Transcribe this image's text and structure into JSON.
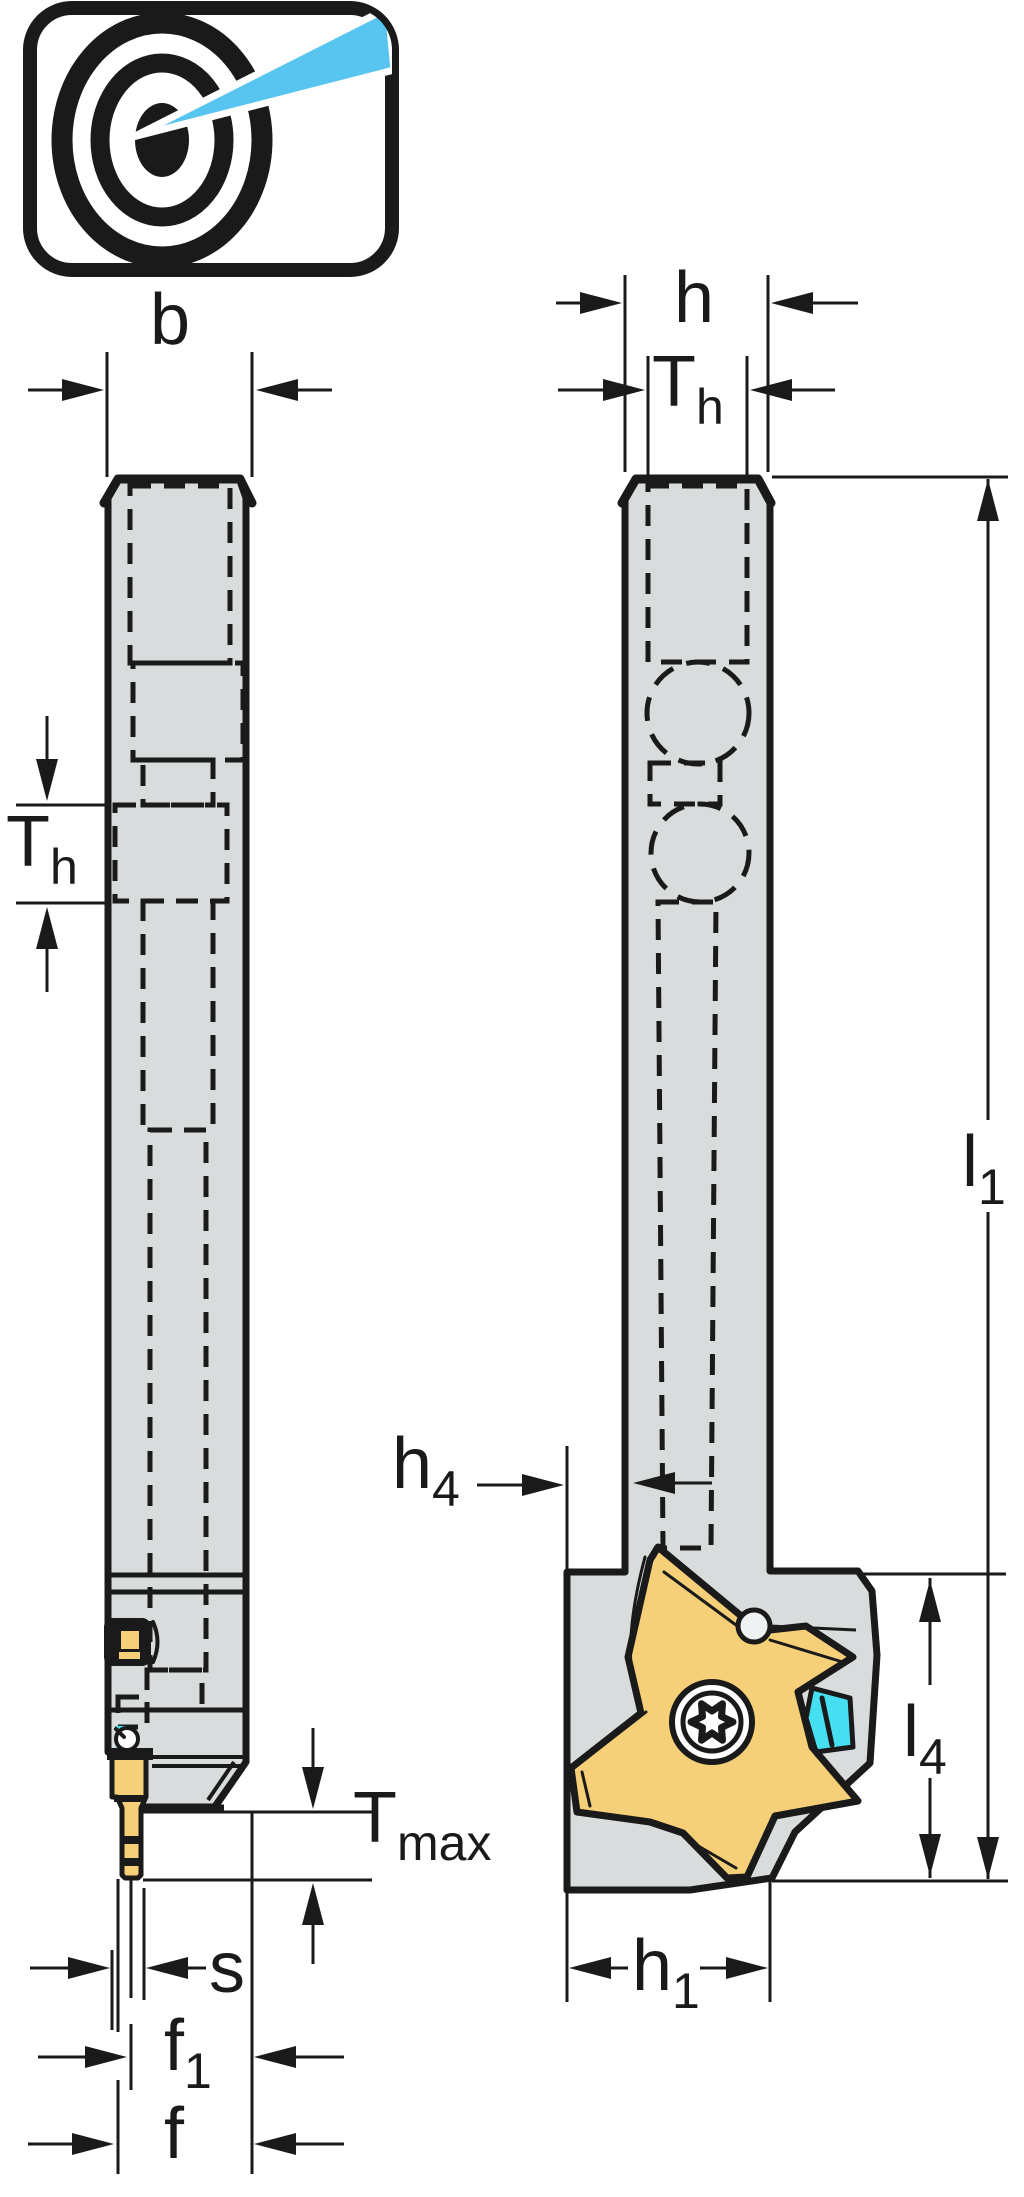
{
  "logo": {
    "icon": "target-with-dart-icon"
  },
  "colors": {
    "ink": "#1a1a1a",
    "gray": "#d8dcdc",
    "cyan": "#46dff2",
    "yellow": "#f5d078",
    "beam": "#58c4f0",
    "paper": "#ffffff"
  },
  "labels": {
    "b": {
      "base": "b",
      "sub": ""
    },
    "h": {
      "base": "h",
      "sub": ""
    },
    "th_right": {
      "base": "T",
      "sub": "h"
    },
    "th_left": {
      "base": "T",
      "sub": "h"
    },
    "l1": {
      "base": "l",
      "sub": "1"
    },
    "h4": {
      "base": "h",
      "sub": "4"
    },
    "l4": {
      "base": "l",
      "sub": "4"
    },
    "tmax": {
      "base": "T",
      "sub": "max"
    },
    "s": {
      "base": "s",
      "sub": ""
    },
    "f1": {
      "base": "f",
      "sub": "1"
    },
    "f": {
      "base": "f",
      "sub": ""
    },
    "h1": {
      "base": "h",
      "sub": "1"
    }
  }
}
